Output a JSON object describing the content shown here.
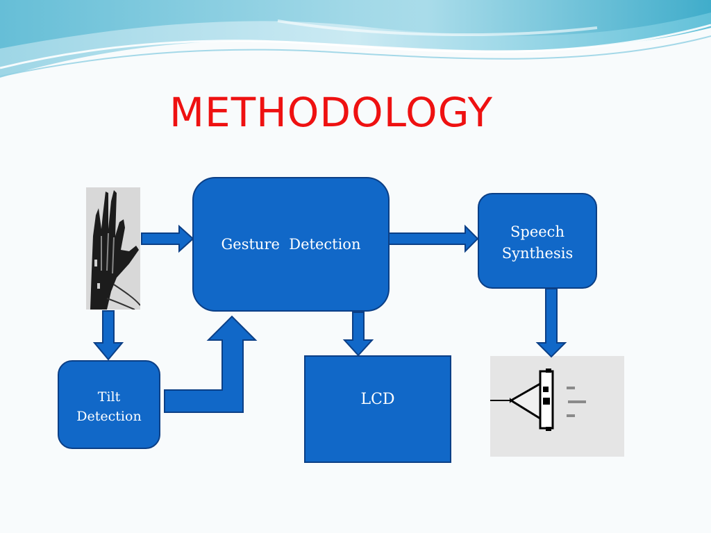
{
  "slide": {
    "title": "METHODOLOGY"
  },
  "diagram": {
    "nodes": {
      "gesture_detection": "Gesture  Detection",
      "speech_synthesis_line1": "Speech",
      "speech_synthesis_line2": "Synthesis",
      "tilt_detection_line1": "Tilt",
      "tilt_detection_line2": "Detection",
      "lcd": "LCD"
    },
    "images": {
      "glove": "hand-glove-photo",
      "speaker": "speaker-icon"
    }
  },
  "colors": {
    "title": "#ee1111",
    "box_fill": "#1168c8",
    "box_stroke": "#0b3f86",
    "wave_light": "#cde9f3",
    "wave_dark": "#4fb6d1"
  }
}
